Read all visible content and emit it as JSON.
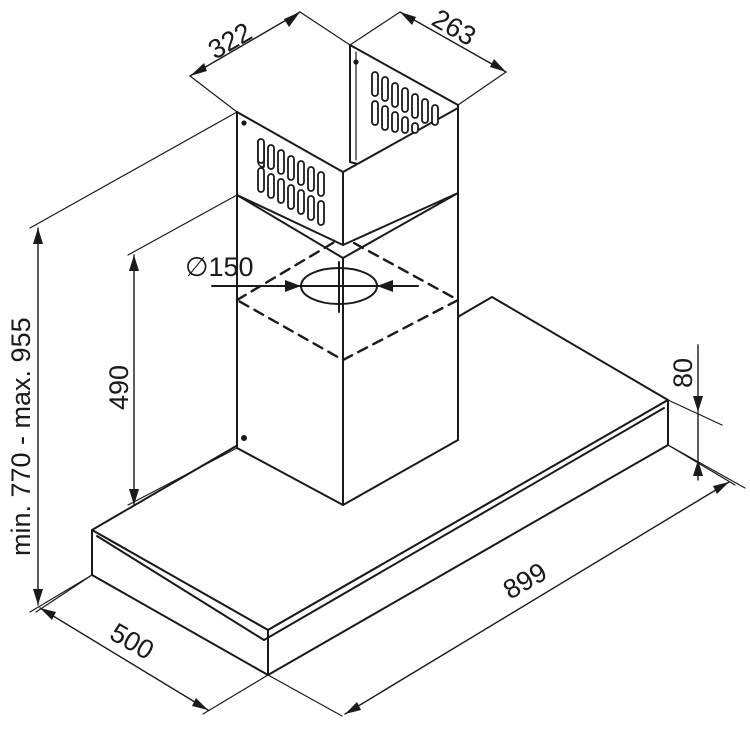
{
  "dimensions": {
    "chimney_upper_width": "322",
    "chimney_upper_depth": "263",
    "duct_diameter": "∅150",
    "chimney_lower_height": "490",
    "overall_height": "min. 770 - max. 955",
    "canopy_thickness": "80",
    "canopy_width": "899",
    "canopy_depth": "500"
  },
  "colors": {
    "line": "#1a1a1a",
    "background": "#ffffff"
  }
}
